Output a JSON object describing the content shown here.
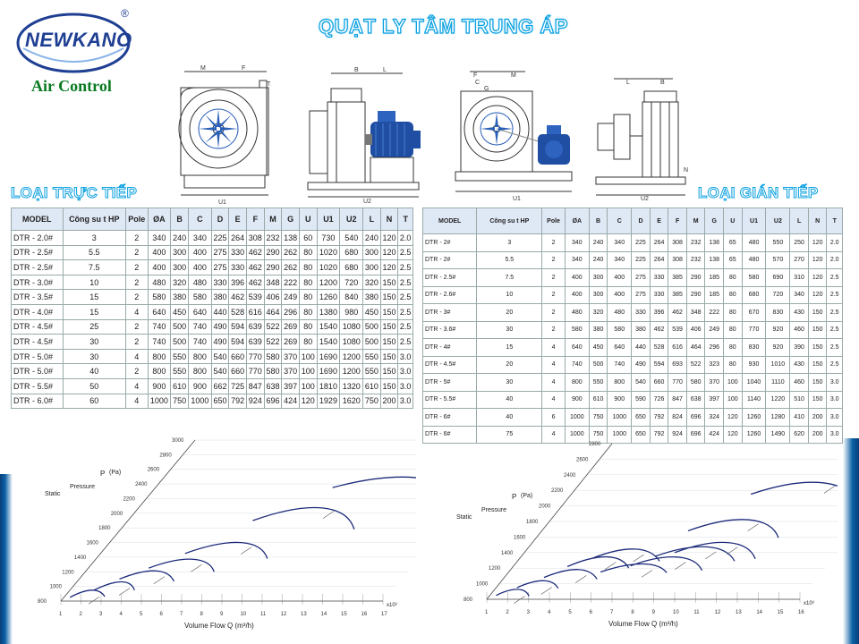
{
  "logo": {
    "brand": "NEWKANO",
    "reg": "®",
    "tagline": "Air Control"
  },
  "title": "QUẠT LY TÂM TRUNG ÁP",
  "sections": {
    "direct": "LOẠI TRỰC TIẾP",
    "indirect": "LOẠI GIÁN TIẾP"
  },
  "drawings": {
    "d1": {
      "m": "M",
      "f": "F",
      "t": "T",
      "u1": "U1"
    },
    "d2": {
      "b": "B",
      "l": "L",
      "u2": "U2"
    },
    "d3": {
      "f": "F",
      "m": "M",
      "c": "C",
      "g": "G",
      "u1": "U1"
    },
    "d4": {
      "l": "L",
      "b": "B",
      "n": "N",
      "u2": "U2"
    }
  },
  "table_direct": {
    "headers": [
      "MODEL",
      "Công su t HP",
      "Pole",
      "ØA",
      "B",
      "C",
      "D",
      "E",
      "F",
      "M",
      "G",
      "U",
      "U1",
      "U2",
      "L",
      "N",
      "T"
    ],
    "rows": [
      [
        "DTR - 2.0#",
        "3",
        "2",
        "340",
        "240",
        "340",
        "225",
        "264",
        "308",
        "232",
        "138",
        "60",
        "730",
        "540",
        "240",
        "120",
        "2.0"
      ],
      [
        "DTR - 2.5#",
        "5.5",
        "2",
        "400",
        "300",
        "400",
        "275",
        "330",
        "462",
        "290",
        "262",
        "80",
        "1020",
        "680",
        "300",
        "120",
        "2.5"
      ],
      [
        "DTR - 2.5#",
        "7.5",
        "2",
        "400",
        "300",
        "400",
        "275",
        "330",
        "462",
        "290",
        "262",
        "80",
        "1020",
        "680",
        "300",
        "120",
        "2.5"
      ],
      [
        "DTR - 3.0#",
        "10",
        "2",
        "480",
        "320",
        "480",
        "330",
        "396",
        "462",
        "348",
        "222",
        "80",
        "1200",
        "720",
        "320",
        "150",
        "2.5"
      ],
      [
        "DTR - 3.5#",
        "15",
        "2",
        "580",
        "380",
        "580",
        "380",
        "462",
        "539",
        "406",
        "249",
        "80",
        "1260",
        "840",
        "380",
        "150",
        "2.5"
      ],
      [
        "DTR - 4.0#",
        "15",
        "4",
        "640",
        "450",
        "640",
        "440",
        "528",
        "616",
        "464",
        "296",
        "80",
        "1380",
        "980",
        "450",
        "150",
        "2.5"
      ],
      [
        "DTR - 4.5#",
        "25",
        "2",
        "740",
        "500",
        "740",
        "490",
        "594",
        "639",
        "522",
        "269",
        "80",
        "1540",
        "1080",
        "500",
        "150",
        "2.5"
      ],
      [
        "DTR - 4.5#",
        "30",
        "2",
        "740",
        "500",
        "740",
        "490",
        "594",
        "639",
        "522",
        "269",
        "80",
        "1540",
        "1080",
        "500",
        "150",
        "2.5"
      ],
      [
        "DTR - 5.0#",
        "30",
        "4",
        "800",
        "550",
        "800",
        "540",
        "660",
        "770",
        "580",
        "370",
        "100",
        "1690",
        "1200",
        "550",
        "150",
        "3.0"
      ],
      [
        "DTR - 5.0#",
        "40",
        "2",
        "800",
        "550",
        "800",
        "540",
        "660",
        "770",
        "580",
        "370",
        "100",
        "1690",
        "1200",
        "550",
        "150",
        "3.0"
      ],
      [
        "DTR - 5.5#",
        "50",
        "4",
        "900",
        "610",
        "900",
        "662",
        "725",
        "847",
        "638",
        "397",
        "100",
        "1810",
        "1320",
        "610",
        "150",
        "3.0"
      ],
      [
        "DTR - 6.0#",
        "60",
        "4",
        "1000",
        "750",
        "1000",
        "650",
        "792",
        "924",
        "696",
        "424",
        "120",
        "1929",
        "1620",
        "750",
        "200",
        "3.0"
      ]
    ]
  },
  "table_indirect": {
    "headers": [
      "MODEL",
      "Công su t HP",
      "Pole",
      "ØA",
      "B",
      "C",
      "D",
      "E",
      "F",
      "M",
      "G",
      "U",
      "U1",
      "U2",
      "L",
      "N",
      "T"
    ],
    "rows": [
      [
        "DTR - 2#",
        "3",
        "2",
        "340",
        "240",
        "340",
        "225",
        "264",
        "308",
        "232",
        "138",
        "65",
        "480",
        "550",
        "250",
        "120",
        "2.0"
      ],
      [
        "DTR - 2#",
        "5.5",
        "2",
        "340",
        "240",
        "340",
        "225",
        "264",
        "308",
        "232",
        "138",
        "65",
        "480",
        "570",
        "270",
        "120",
        "2.0"
      ],
      [
        "DTR - 2.5#",
        "7.5",
        "2",
        "400",
        "300",
        "400",
        "275",
        "330",
        "385",
        "290",
        "185",
        "80",
        "580",
        "690",
        "310",
        "120",
        "2.5"
      ],
      [
        "DTR - 2.6#",
        "10",
        "2",
        "400",
        "300",
        "400",
        "275",
        "330",
        "385",
        "290",
        "185",
        "80",
        "680",
        "720",
        "340",
        "120",
        "2.5"
      ],
      [
        "DTR - 3#",
        "20",
        "2",
        "480",
        "320",
        "480",
        "330",
        "396",
        "462",
        "348",
        "222",
        "80",
        "670",
        "830",
        "430",
        "150",
        "2.5"
      ],
      [
        "DTR - 3.6#",
        "30",
        "2",
        "580",
        "380",
        "580",
        "380",
        "462",
        "539",
        "406",
        "249",
        "80",
        "770",
        "920",
        "460",
        "150",
        "2.5"
      ],
      [
        "DTR - 4#",
        "15",
        "4",
        "640",
        "450",
        "640",
        "440",
        "528",
        "616",
        "464",
        "296",
        "80",
        "830",
        "920",
        "390",
        "150",
        "2.5"
      ],
      [
        "DTR - 4.5#",
        "20",
        "4",
        "740",
        "500",
        "740",
        "490",
        "594",
        "693",
        "522",
        "323",
        "80",
        "930",
        "1010",
        "430",
        "150",
        "2.5"
      ],
      [
        "DTR - 5#",
        "30",
        "4",
        "800",
        "550",
        "800",
        "540",
        "660",
        "770",
        "580",
        "370",
        "100",
        "1040",
        "1110",
        "460",
        "150",
        "3.0"
      ],
      [
        "DTR - 5.5#",
        "40",
        "4",
        "900",
        "610",
        "900",
        "590",
        "726",
        "847",
        "638",
        "397",
        "100",
        "1140",
        "1220",
        "510",
        "150",
        "3.0"
      ],
      [
        "DTR - 6#",
        "40",
        "6",
        "1000",
        "750",
        "1000",
        "650",
        "792",
        "824",
        "696",
        "324",
        "120",
        "1260",
        "1280",
        "410",
        "200",
        "3.0"
      ],
      [
        "DTR - 6#",
        "75",
        "4",
        "1000",
        "750",
        "1000",
        "650",
        "792",
        "924",
        "696",
        "424",
        "120",
        "1260",
        "1490",
        "620",
        "200",
        "3.0"
      ]
    ]
  },
  "chart_data": [
    {
      "type": "line",
      "ylabel_parts": [
        "Static",
        "Pressure",
        "P",
        "(Pa)"
      ],
      "xlabel": "Volume Flow Q (m³/h)",
      "x_multiplier": "x10³",
      "x_ticks": [
        "1",
        "2",
        "3",
        "4",
        "5",
        "6",
        "7",
        "8",
        "9",
        "10",
        "11",
        "12",
        "13",
        "14",
        "15",
        "16",
        "17"
      ],
      "y_ticks": [
        "800",
        "1000",
        "1200",
        "1400",
        "1600",
        "1800",
        "2000",
        "2200",
        "2400",
        "2600",
        "2800",
        "3000"
      ],
      "xlim": [
        1,
        17
      ],
      "ylim": [
        800,
        3000
      ],
      "series": [
        {
          "points": [
            [
              1.3,
              850
            ],
            [
              1.8,
              985
            ],
            [
              2.4,
              975
            ],
            [
              3.0,
              860
            ]
          ]
        },
        {
          "points": [
            [
              2.2,
              950
            ],
            [
              2.9,
              1110
            ],
            [
              3.6,
              1090
            ],
            [
              4.2,
              950
            ]
          ]
        },
        {
          "points": [
            [
              3.0,
              1100
            ],
            [
              4.0,
              1270
            ],
            [
              5.0,
              1240
            ],
            [
              5.8,
              1070
            ]
          ]
        },
        {
          "points": [
            [
              4.0,
              1250
            ],
            [
              5.2,
              1430
            ],
            [
              6.5,
              1410
            ],
            [
              7.4,
              1200
            ]
          ]
        },
        {
          "points": [
            [
              5.2,
              1450
            ],
            [
              6.8,
              1680
            ],
            [
              8.4,
              1640
            ],
            [
              9.5,
              1380
            ]
          ]
        },
        {
          "points": [
            [
              7.2,
              1900
            ],
            [
              9.2,
              2180
            ],
            [
              11.2,
              2120
            ],
            [
              12.6,
              1780
            ]
          ]
        },
        {
          "points": [
            [
              9.8,
              2350
            ],
            [
              12.4,
              2600
            ],
            [
              15.2,
              2520
            ],
            [
              16.8,
              2150
            ]
          ]
        }
      ]
    },
    {
      "type": "line",
      "ylabel_parts": [
        "Static",
        "Pressure",
        "P",
        "(Pa)"
      ],
      "xlabel": "Volume Flow Q (m³/h)",
      "x_multiplier": "x10³",
      "x_ticks": [
        "1",
        "2",
        "3",
        "4",
        "5",
        "6",
        "7",
        "8",
        "9",
        "10",
        "11",
        "12",
        "13",
        "14",
        "15",
        "16"
      ],
      "y_ticks": [
        "800",
        "1000",
        "1200",
        "1400",
        "1600",
        "1800",
        "2000",
        "2200",
        "2400",
        "2600",
        "2800"
      ],
      "xlim": [
        1,
        16
      ],
      "ylim": [
        800,
        2800
      ],
      "series": [
        {
          "points": [
            [
              1.3,
              850
            ],
            [
              1.8,
              960
            ],
            [
              2.4,
              950
            ],
            [
              2.9,
              840
            ]
          ]
        },
        {
          "points": [
            [
              2.0,
              950
            ],
            [
              2.7,
              1080
            ],
            [
              3.4,
              1060
            ],
            [
              4.0,
              940
            ]
          ]
        },
        {
          "points": [
            [
              2.9,
              1080
            ],
            [
              3.8,
              1230
            ],
            [
              4.7,
              1210
            ],
            [
              5.5,
              1060
            ]
          ]
        },
        {
          "points": [
            [
              3.6,
              1220
            ],
            [
              4.6,
              1400
            ],
            [
              5.7,
              1380
            ],
            [
              6.6,
              1200
            ]
          ]
        },
        {
          "points": [
            [
              4.5,
              1330
            ],
            [
              5.6,
              1500
            ],
            [
              6.8,
              1480
            ],
            [
              7.8,
              1290
            ]
          ]
        },
        {
          "points": [
            [
              5.4,
              1150
            ],
            [
              6.6,
              1300
            ],
            [
              7.8,
              1280
            ],
            [
              8.6,
              1140
            ]
          ]
        },
        {
          "points": [
            [
              6.6,
              1230
            ],
            [
              7.8,
              1400
            ],
            [
              9.2,
              1380
            ],
            [
              10.2,
              1170
            ]
          ]
        },
        {
          "points": [
            [
              7.4,
              1350
            ],
            [
              8.8,
              1540
            ],
            [
              10.3,
              1510
            ],
            [
              11.4,
              1290
            ]
          ]
        },
        {
          "points": [
            [
              8.2,
              1400
            ],
            [
              9.6,
              1600
            ],
            [
              11.2,
              1570
            ],
            [
              12.3,
              1320
            ]
          ]
        },
        {
          "points": [
            [
              8.0,
              1680
            ],
            [
              9.6,
              1900
            ],
            [
              11.4,
              1870
            ],
            [
              12.6,
              1590
            ]
          ]
        },
        {
          "points": [
            [
              9.6,
              2150
            ],
            [
              11.6,
              2400
            ],
            [
              13.8,
              2340
            ],
            [
              15.2,
              2000
            ]
          ]
        }
      ]
    }
  ]
}
